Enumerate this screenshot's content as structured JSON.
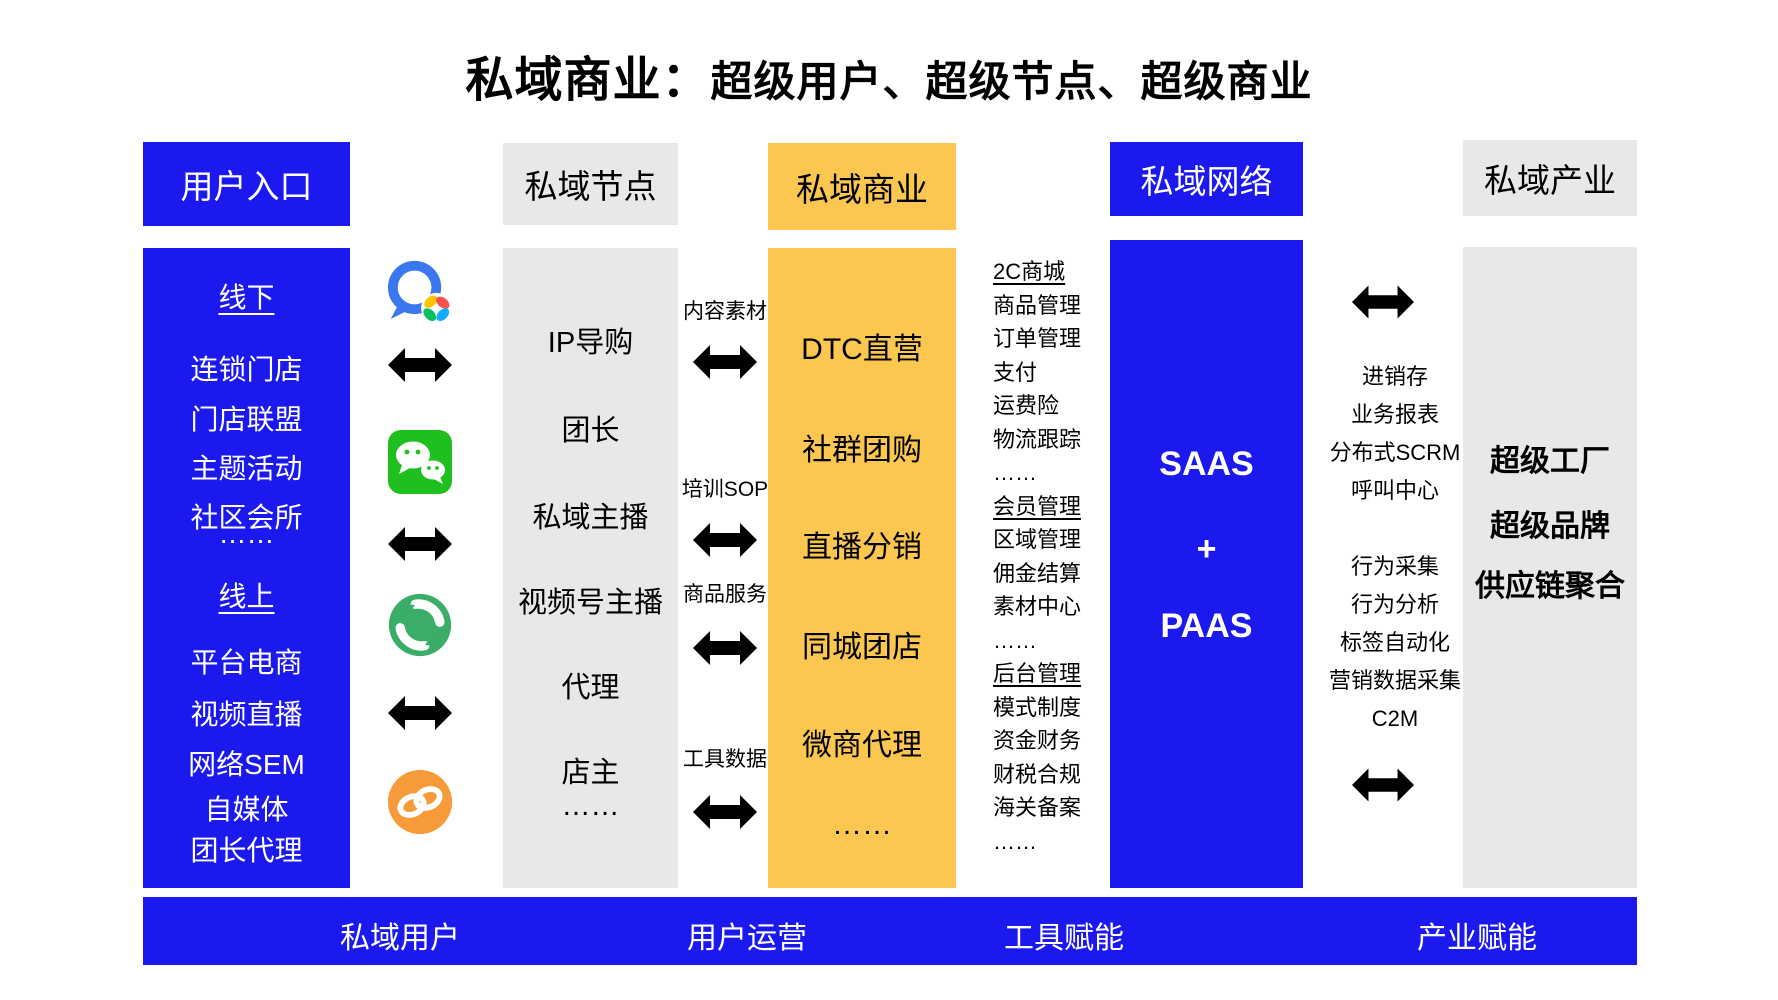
{
  "title": {
    "prefix": "私域商业：",
    "rest": "超级用户、超级节点、超级商业"
  },
  "colors": {
    "blue": "#1b19ee",
    "orange": "#fbc751",
    "gray": "#e9e8e6",
    "arrow_black": "#000000"
  },
  "headers": {
    "entry": "用户入口",
    "node": "私域节点",
    "commerce": "私域商业",
    "network": "私域网络",
    "industry": "私域产业"
  },
  "entry_column": {
    "items": [
      "线下",
      "连锁门店",
      "门店联盟",
      "主题活动",
      "社区会所",
      "……",
      "线上",
      "平台电商",
      "视频直播",
      "网络SEM",
      "自媒体",
      "团长代理"
    ]
  },
  "node_column": {
    "items": [
      "IP导购",
      "团长",
      "私域主播",
      "视频号主播",
      "代理",
      "店主",
      "……"
    ]
  },
  "flow_labels": {
    "items": [
      "内容素材",
      "培训SOP",
      "商品服务",
      "工具数据"
    ]
  },
  "commerce_column": {
    "items": [
      "DTC直营",
      "社群团购",
      "直播分销",
      "同城团店",
      "微商代理",
      "……"
    ]
  },
  "tools_panel": {
    "groups": [
      {
        "header": "2C商城",
        "items": [
          "商品管理",
          "订单管理",
          "支付",
          "运费险",
          "物流跟踪",
          "……"
        ]
      },
      {
        "header": "会员管理",
        "items": [
          "区域管理",
          "佣金结算",
          "素材中心",
          "……"
        ]
      },
      {
        "header": "后台管理",
        "items": [
          "模式制度",
          "资金财务",
          "财税合规",
          "海关备案",
          "……"
        ]
      }
    ]
  },
  "network_column": {
    "lines": [
      "SAAS",
      "+",
      "PAAS"
    ]
  },
  "network_services": {
    "group1": [
      "进销存",
      "业务报表",
      "分布式SCRM",
      "呼叫中心"
    ],
    "group2": [
      "行为采集",
      "行为分析",
      "标签自动化",
      "营销数据采集",
      "C2M"
    ]
  },
  "industry_column": {
    "items": [
      "超级工厂",
      "超级品牌",
      "供应链聚合"
    ]
  },
  "bottom_bar": {
    "items": [
      "私域用户",
      "用户运营",
      "工具赋能",
      "产业赋能"
    ]
  },
  "icons": {
    "wecom": "wecom-icon",
    "wechat": "wechat-icon",
    "swirl": "green-swirl-icon",
    "channels": "wechat-channels-icon",
    "arrow": "double-arrow-icon"
  }
}
